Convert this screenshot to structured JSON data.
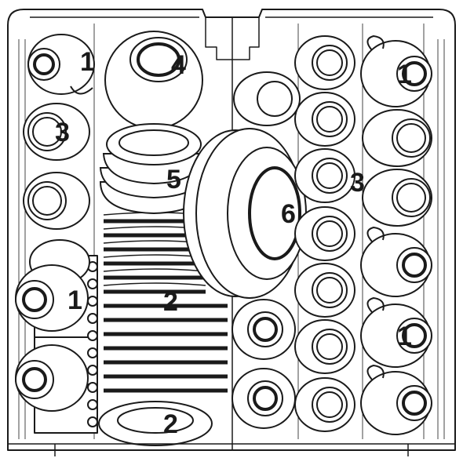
{
  "figure": {
    "kind": "dishwasher-upper-basket-loading-diagram",
    "line_color": "#1a1a1a",
    "fill_color": "#ffffff",
    "shade_color": "#d9d9d9"
  },
  "labels": {
    "cups_top_left": "1",
    "bowl_top": "4",
    "cups_left_column": "3",
    "stacked_bowls": "5",
    "large_bowl": "6",
    "cups_right_column": "3",
    "mugs_top_right": "1",
    "cups_bottom_left": "1",
    "plates_middle": "2",
    "mugs_right_bottom": "1",
    "plate_bottom": "2"
  }
}
